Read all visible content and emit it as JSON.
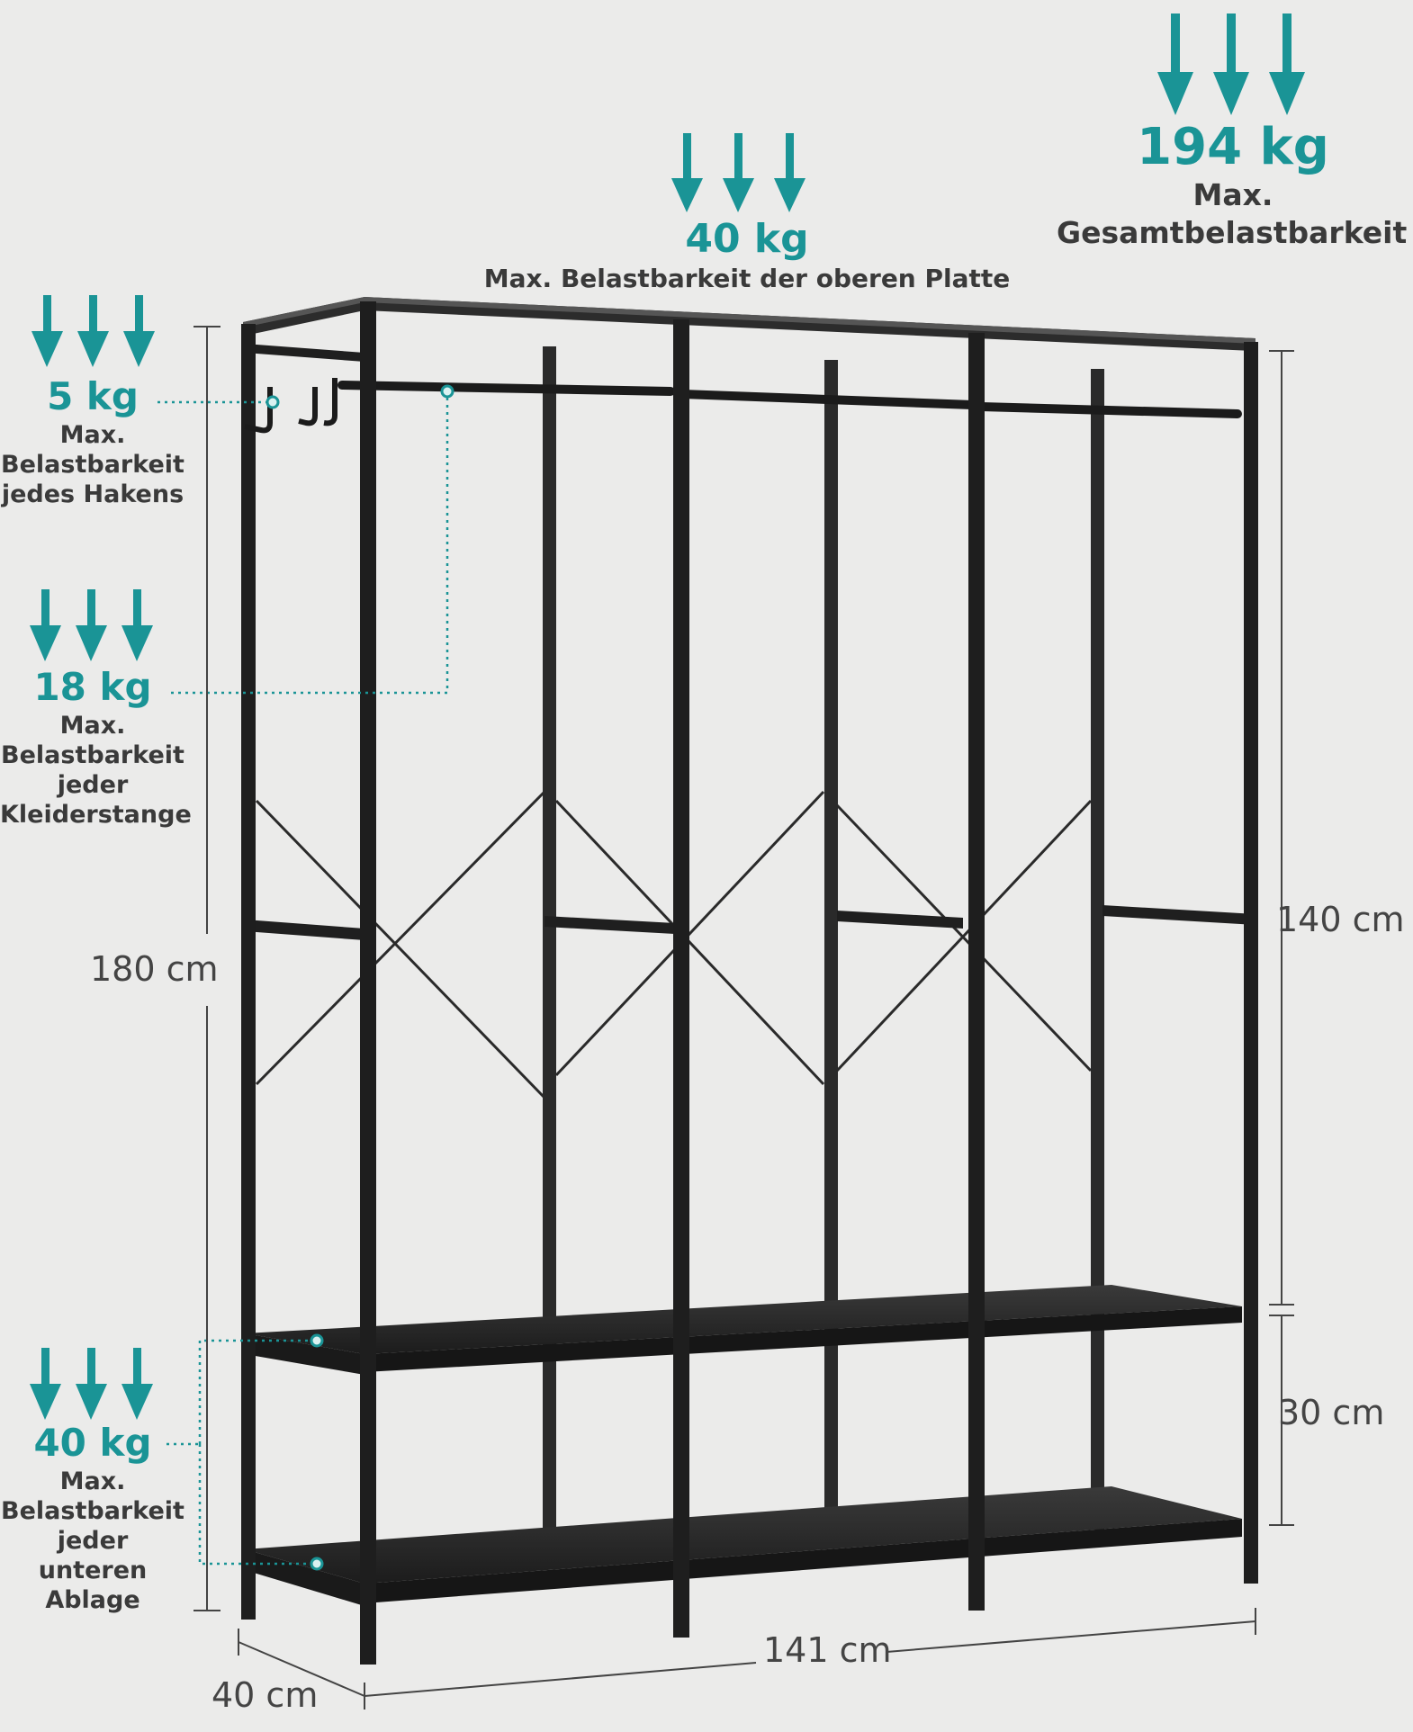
{
  "labels": {
    "total": {
      "kg": "194 kg",
      "line1": "Max.",
      "line2": "Gesamtbelastbarkeit"
    },
    "top_plate": {
      "kg": "40 kg",
      "desc": "Max. Belastbarkeit der oberen Platte"
    },
    "hook": {
      "kg": "5 kg",
      "line1": "Max.",
      "line2": "Belastbarkeit",
      "line3": "jedes Hakens"
    },
    "rod": {
      "kg": "18 kg",
      "line1": "Max.",
      "line2": "Belastbarkeit",
      "line3": "jeder",
      "line4": "Kleiderstange"
    },
    "lower_shelf": {
      "kg": "40 kg",
      "line1": "Max.",
      "line2": "Belastbarkeit",
      "line3": "jeder unteren",
      "line4": "Ablage"
    }
  },
  "dimensions": {
    "height_total": "180 cm",
    "height_hanging": "140 cm",
    "height_shelf": "30 cm",
    "width": "141 cm",
    "depth": "40 cm"
  },
  "colors": {
    "accent": "#1a9496",
    "background": "#ebebea",
    "frame": "#222222",
    "board": "#2a2a2a"
  },
  "icons": [
    "down-arrow-icon",
    "leader-dot-icon"
  ]
}
